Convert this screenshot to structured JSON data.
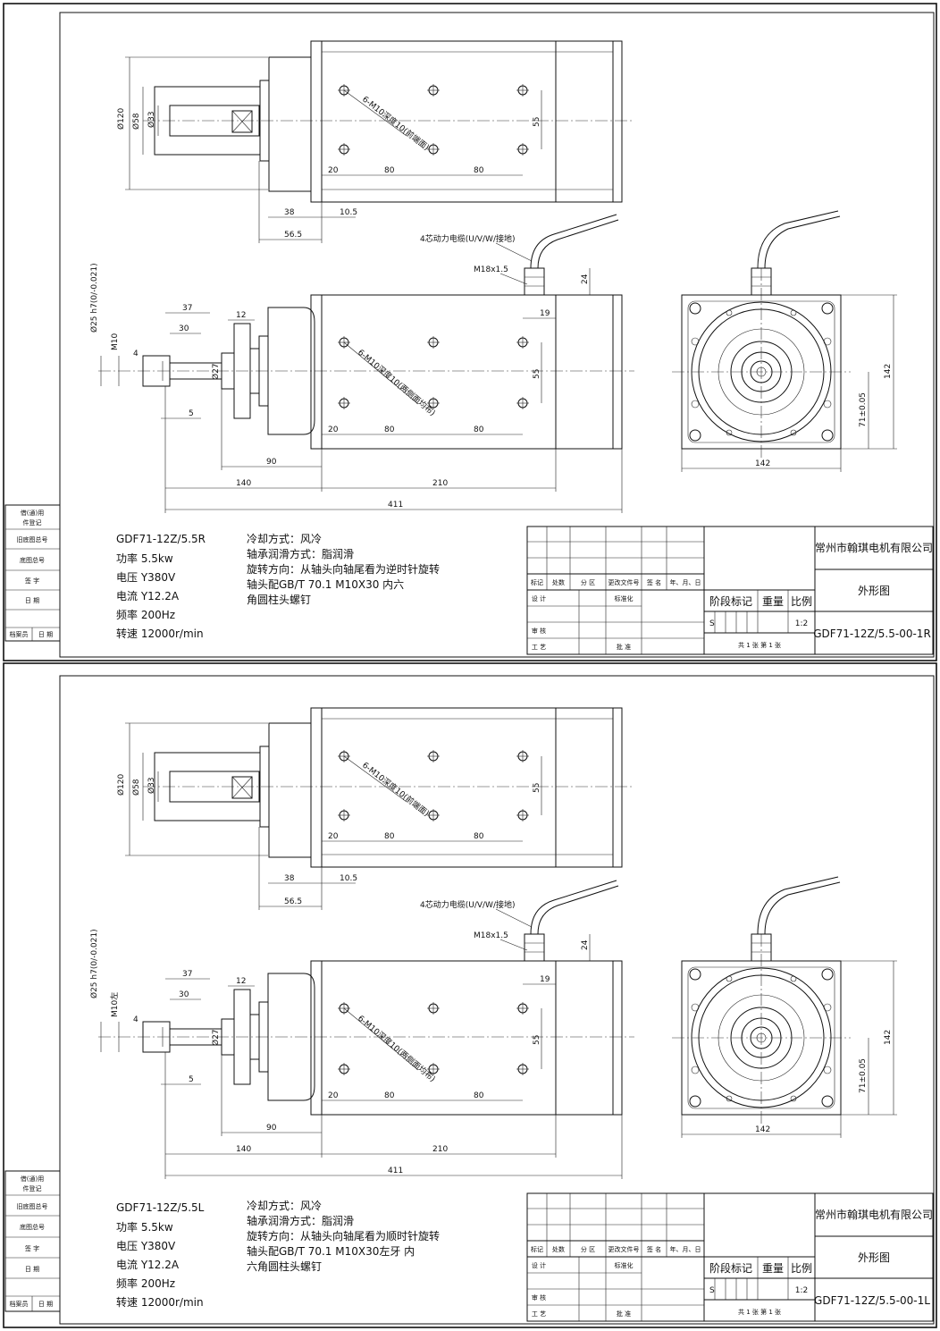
{
  "dims": {
    "d120": "Ø120",
    "d58": "Ø58",
    "d33": "Ø33",
    "d55": "55",
    "d20": "20",
    "d80": "80",
    "d38": "38",
    "d10_5": "10.5",
    "d56_5": "56.5",
    "d37": "37",
    "d30": "30",
    "d12": "12",
    "d19": "19",
    "d24": "24",
    "d4": "4",
    "d5": "5",
    "d27": "Ø27",
    "d90": "90",
    "d140": "140",
    "d210": "210",
    "d411": "411",
    "d142": "142",
    "d71": "71±0.05",
    "shaft_tol": "Ø25 h7(0/-0.021)",
    "holes_a": "6-M10深度10(前端面)",
    "holes_b": "6-M10深度10(两侧面均布)",
    "cable": "4芯动力电缆(U/V/W/接地)",
    "gland": "M18x1.5"
  },
  "left_strip": [
    "借(通)用",
    "件登记",
    "旧底图总号",
    "底图总号",
    "签  字",
    "日  期",
    "档案员",
    "日  期"
  ],
  "titleblock_common": {
    "company": "常州市翰琪电机有限公司",
    "drawing_name": "外形图",
    "stage": "阶段标记",
    "weight": "重量",
    "scale_label": "比例",
    "scale": "1:2",
    "stage_s": "S",
    "sheets": "共 1 张   第 1 张",
    "labels": {
      "mark": "标记",
      "count": "处数",
      "zone": "分 区",
      "docno": "更改文件号",
      "sign": "签 名",
      "date": "年、月、日",
      "design": "设 计",
      "std": "标准化",
      "check": "审 核",
      "process": "工 艺",
      "approve": "批 准"
    }
  },
  "drawings": [
    {
      "model": "GDF71-12Z/5.5R",
      "power": "功率 5.5kw",
      "voltage": "电压 Y380V",
      "current": "电流 Y12.2A",
      "freq": "频率 200Hz",
      "speed": "转速 12000r/min",
      "cooling": "冷却方式：风冷",
      "lube": "轴承润滑方式：脂润滑",
      "rotation": "旋转方向：从轴头向轴尾看为逆时针旋转",
      "screw1": "轴头配GB/T 70.1 M10X30 内六",
      "screw2": "角圆柱头螺钉",
      "thread": "M10",
      "drawing_no": "GDF71-12Z/5.5-00-1R"
    },
    {
      "model": "GDF71-12Z/5.5L",
      "power": "功率 5.5kw",
      "voltage": "电压 Y380V",
      "current": "电流 Y12.2A",
      "freq": "频率 200Hz",
      "speed": "转速 12000r/min",
      "cooling": "冷却方式：风冷",
      "lube": "轴承润滑方式：脂润滑",
      "rotation": "旋转方向：从轴头向轴尾看为顺时针旋转",
      "screw1": "轴头配GB/T 70.1 M10X30左牙 内",
      "screw2": "六角圆柱头螺钉",
      "thread": "M10左",
      "drawing_no": "GDF71-12Z/5.5-00-1L"
    }
  ]
}
